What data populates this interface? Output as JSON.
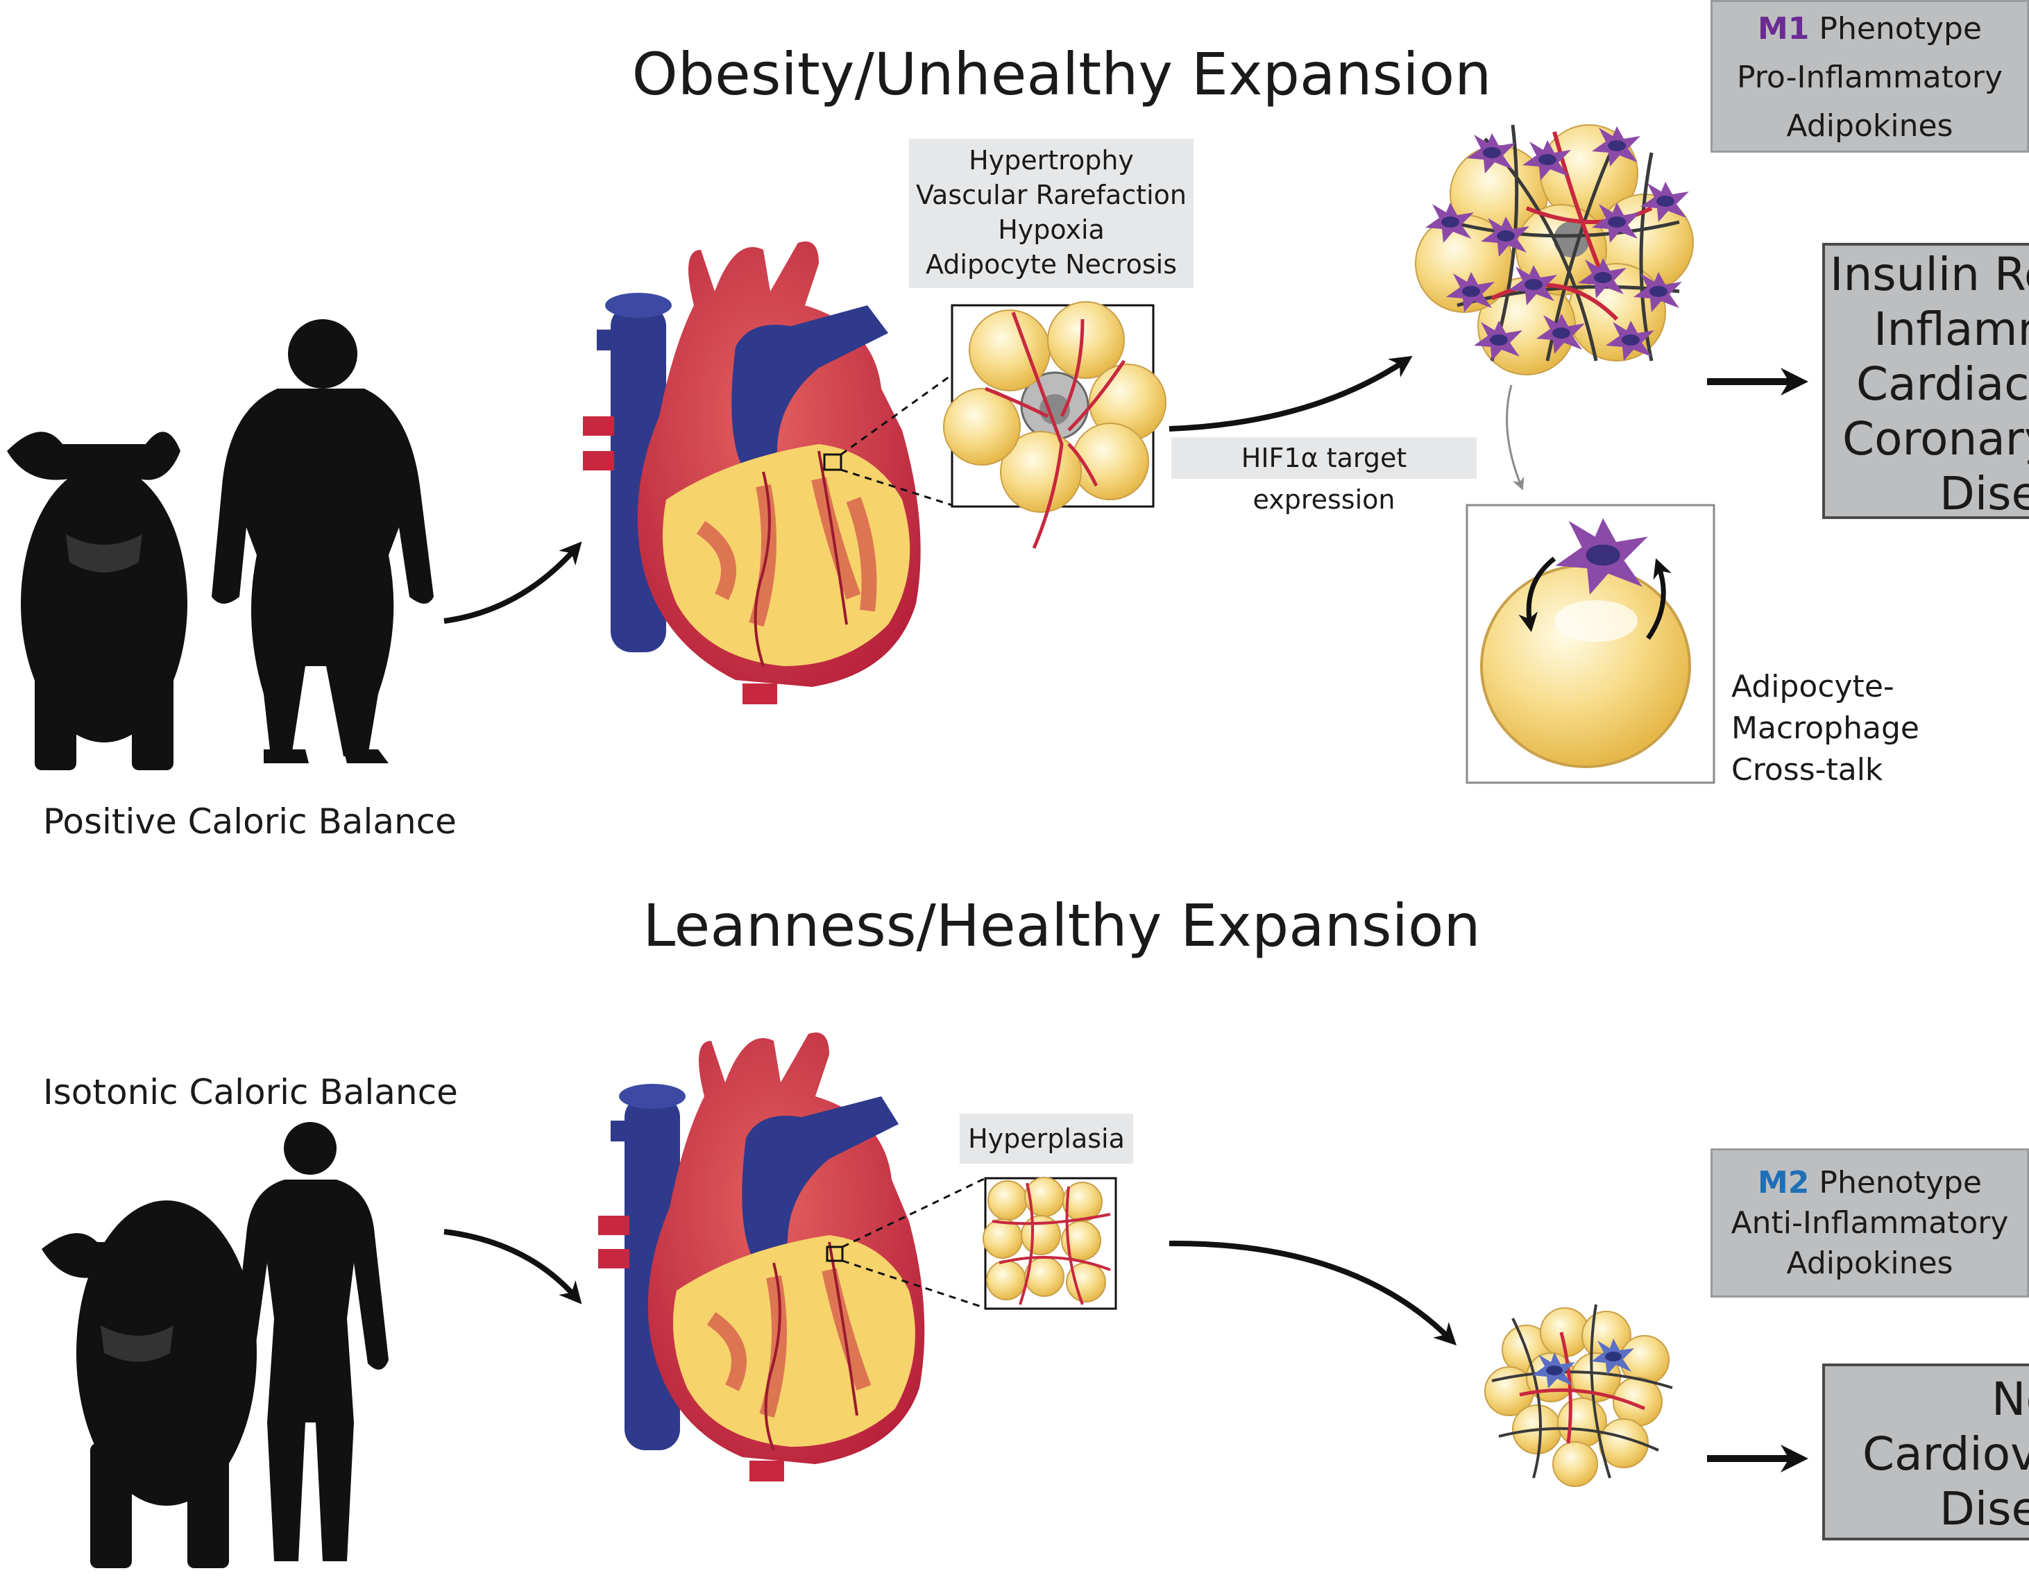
{
  "top": {
    "title": "Obesity/Unhealthy Expansion",
    "caption": "Positive Caloric Balance",
    "features": [
      "Hypertrophy",
      "Vascular Rarefaction",
      "Hypoxia",
      "Adipocyte Necrosis"
    ],
    "hif_label": "HIF1α target expression",
    "phenotype": {
      "key": "M1",
      "word": "Phenotype",
      "line2": "Pro-Inflammatory",
      "line3": "Adipokines"
    },
    "outcome": [
      "Insulin Re",
      "Inflamm",
      "Cardiac I",
      "Coronary",
      "Dise"
    ],
    "crosstalk": [
      "Adipocyte-",
      "Macrophage",
      "Cross-talk"
    ]
  },
  "bottom": {
    "title": "Leanness/Healthy Expansion",
    "caption": "Isotonic Caloric Balance",
    "feature": "Hyperplasia",
    "phenotype": {
      "key": "M2",
      "word": "Phenotype",
      "line2": "Anti-Inflammatory",
      "line3": "Adipokines"
    },
    "outcome": [
      "No",
      "Cardiova",
      "Dise"
    ]
  },
  "colors": {
    "heart_red": "#c8283f",
    "vessel_blue": "#2f3a8c",
    "fat_yellow": "#f6d36b",
    "m1_purple": "#6a2c91",
    "m2_blue": "#1f6fb7",
    "box_gray": "#bdbec0"
  }
}
